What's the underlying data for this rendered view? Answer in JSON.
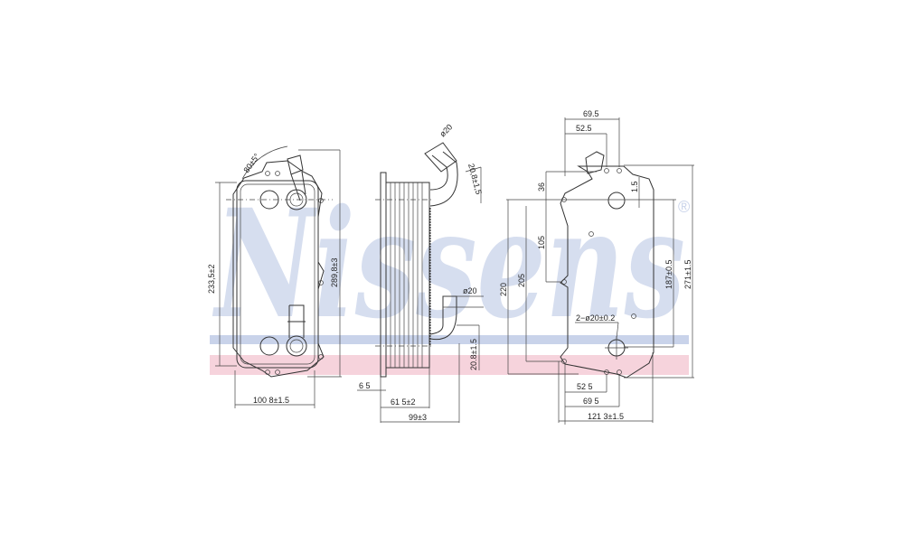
{
  "watermark": {
    "brand": "Nissens",
    "registered": "®",
    "colors": {
      "text": "#c9d3ea",
      "stripe_blue": "#c9d3ea",
      "stripe_pink": "#f6d3dc"
    }
  },
  "front_view": {
    "angle": "80±5°",
    "height_left": "233,5±2",
    "height_right": "289,8±3",
    "width": "100 8±1.5"
  },
  "side_view": {
    "pipe_top_dia": "ø20",
    "pipe_top_len": "20,8±1,5",
    "pipe_bottom_dia": "ø20",
    "pipe_bottom_len": "20.8±1.5",
    "flange": "6 5",
    "depth_core": "61 5±2",
    "depth_total": "99±3"
  },
  "back_view": {
    "top_outer": "69.5",
    "top_inner": "52.5",
    "d36": "36",
    "d1_5": "1.5",
    "d105": "105",
    "d220": "220",
    "d205": "205",
    "d187": "187±0.5",
    "d271": "271±1.5",
    "holes": "2−ø20±0.2",
    "bottom_inner": "52 5",
    "bottom_outer": "69 5",
    "width": "121 3±1.5"
  }
}
